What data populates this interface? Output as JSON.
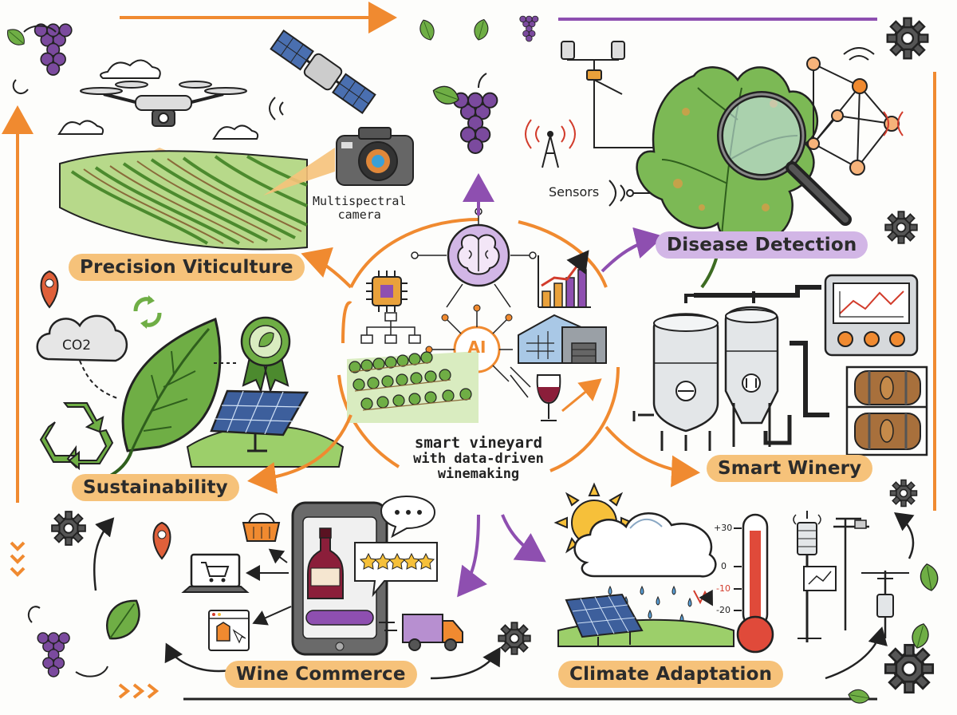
{
  "center": {
    "badge": "AI",
    "line1": "smart vineyard",
    "line2": "with data-driven",
    "line3": "winemaking"
  },
  "nodes": {
    "precision": "Precision Viticulture",
    "disease": "Disease Detection",
    "winery": "Smart Winery",
    "climate": "Climate Adaptation",
    "commerce": "Wine Commerce",
    "sustainability": "Sustainability"
  },
  "labels": {
    "camera_line1": "Multispectral",
    "camera_line2": "camera",
    "sensors": "Sensors",
    "co2": "CO2"
  },
  "thermometer": {
    "ticks": [
      "+30",
      "0",
      "-10",
      "-20"
    ]
  },
  "colors": {
    "orange": "#f08a30",
    "orange_label": "#f6c27a",
    "purple": "#8e4fb0",
    "purple_label": "#d2b6e6",
    "green": "#5a9e3a",
    "grape": "#7b4a9e"
  },
  "icons": [
    "drone-icon",
    "satellite-icon",
    "camera-icon",
    "brain-icon",
    "chip-icon",
    "ai-icon",
    "grape-icon",
    "leaf-icon",
    "magnifier-icon",
    "antenna-icon",
    "tank-icon",
    "barrel-icon",
    "sun-icon",
    "cloud-icon",
    "thermometer-icon",
    "weather-station-icon",
    "phone-icon",
    "bottle-icon",
    "cart-icon",
    "basket-icon",
    "truck-icon",
    "gear-icon",
    "solar-panel-icon",
    "recycle-icon",
    "award-icon",
    "location-pin-icon",
    "chat-icon",
    "star-rating-icon",
    "laptop-icon",
    "wine-glass-icon",
    "factory-icon",
    "bar-chart-icon"
  ]
}
